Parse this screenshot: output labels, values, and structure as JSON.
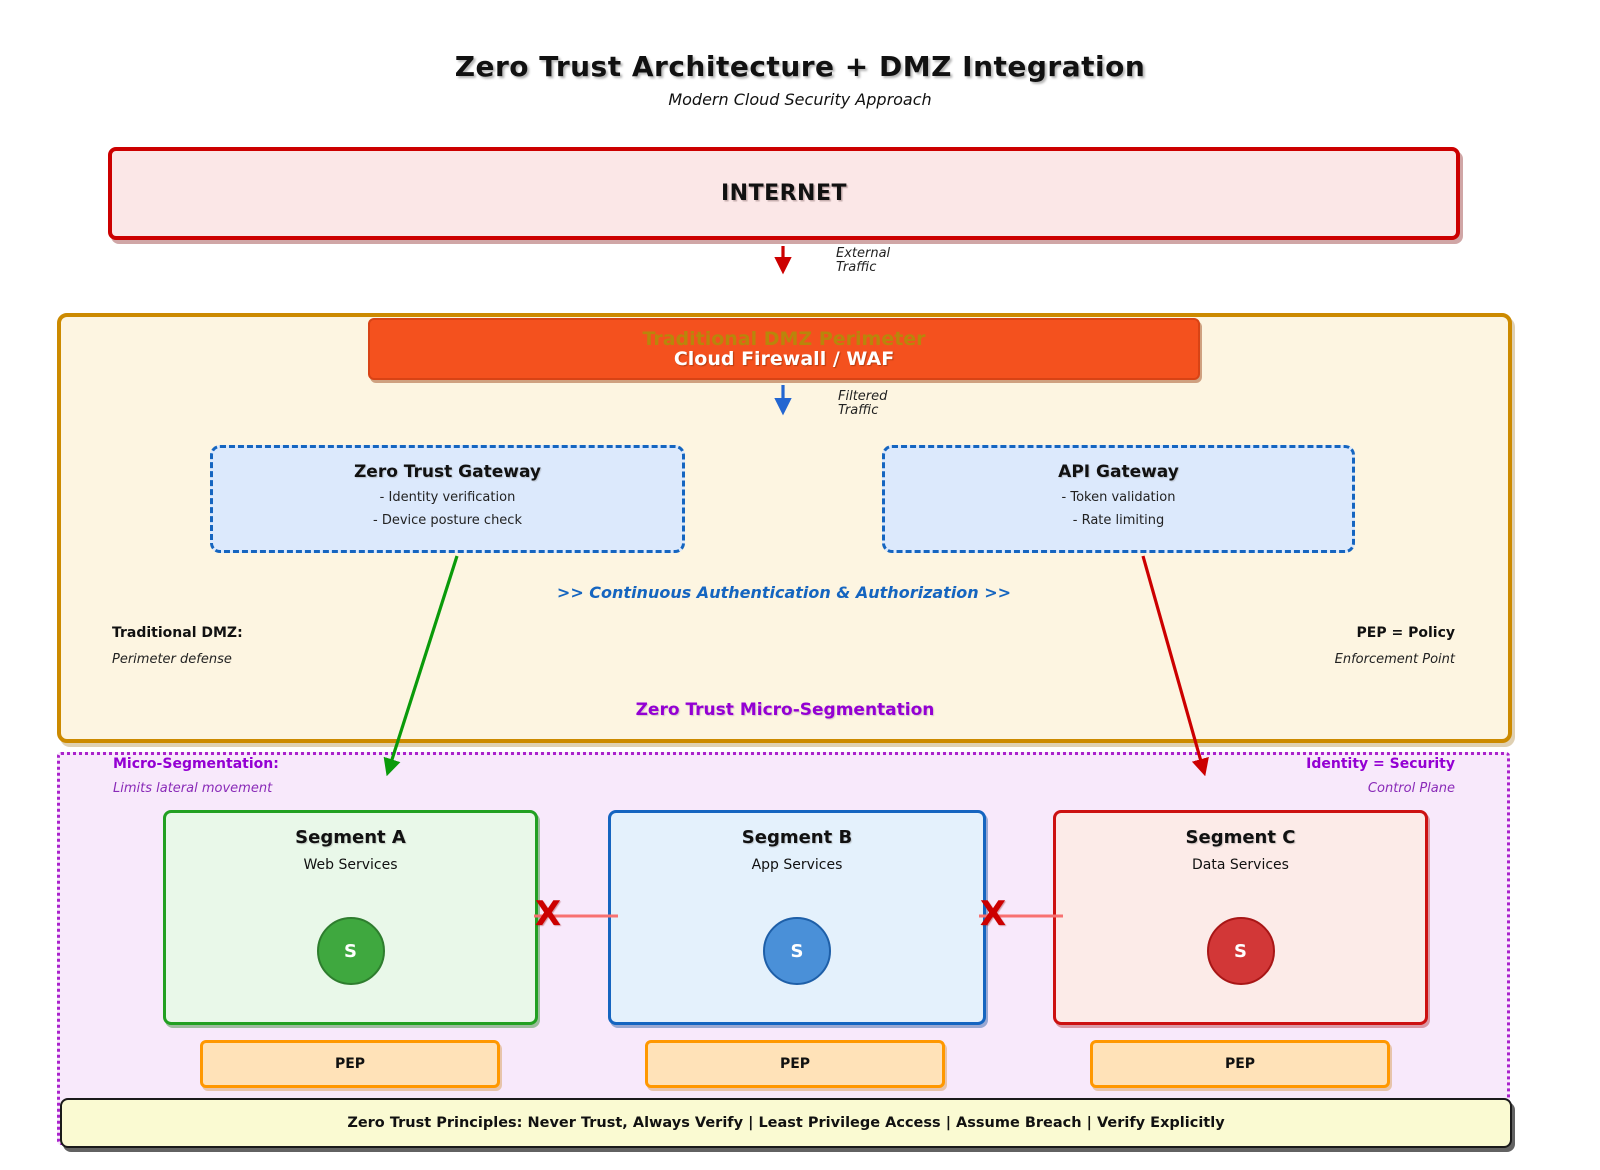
{
  "title": "Zero Trust Architecture + DMZ Integration",
  "subtitle": "Modern Cloud Security Approach",
  "internet_label": "INTERNET",
  "flows": {
    "external": {
      "line1": "External",
      "line2": "Traffic"
    },
    "filtered": {
      "line1": "Filtered",
      "line2": "Traffic"
    }
  },
  "dmz": {
    "perimeter_title": "Traditional DMZ Perimeter",
    "firewall": "Cloud Firewall / WAF",
    "gateways": [
      {
        "title": "Zero Trust Gateway",
        "bullets": [
          "- Identity verification",
          "- Device posture check"
        ]
      },
      {
        "title": "API Gateway",
        "bullets": [
          "- Token validation",
          "- Rate limiting"
        ]
      }
    ],
    "auth_banner": ">> Continuous Authentication & Authorization >>",
    "left_note": {
      "title": "Traditional DMZ:",
      "sub": "Perimeter defense"
    },
    "right_note": {
      "title": "PEP = Policy",
      "sub": "Enforcement Point"
    }
  },
  "microseg": {
    "heading": "Zero Trust Micro-Segmentation",
    "left_note": {
      "title": "Micro-Segmentation:",
      "sub": "Limits lateral movement"
    },
    "right_note": {
      "title": "Identity = Security",
      "sub": "Control Plane"
    },
    "segments": [
      {
        "name": "Segment A",
        "service": "Web Services",
        "node": "S"
      },
      {
        "name": "Segment B",
        "service": "App Services",
        "node": "S"
      },
      {
        "name": "Segment C",
        "service": "Data Services",
        "node": "S"
      }
    ],
    "pep_label": "PEP",
    "block_mark": "X"
  },
  "principles": "Zero Trust Principles: Never Trust, Always Verify | Least Privilege Access | Assume Breach | Verify Explicitly",
  "colors": {
    "internet_border": "#cc0000",
    "internet_fill": "#fbe7e7",
    "dmz_border": "#cc8a00",
    "dmz_fill": "#fdf5e1",
    "firewall_fill": "#f4511e",
    "gateway_border": "#1565c0",
    "gateway_fill": "#dce9fc",
    "banner_blue": "#1565c0",
    "purple": "#9400d3",
    "microseg_fill": "#f8e9fb",
    "microseg_border": "#aa22cc",
    "segment_a": "#22a022",
    "segment_b": "#1565c0",
    "segment_c": "#cc1111",
    "pep_border": "#ff9800",
    "pep_fill": "#ffe2b8",
    "principles_fill": "#fafad2",
    "arrow_red": "#cc0000",
    "arrow_blue": "#2366d1",
    "arrow_green": "#0a9a0a",
    "block_line": "#f87171"
  }
}
